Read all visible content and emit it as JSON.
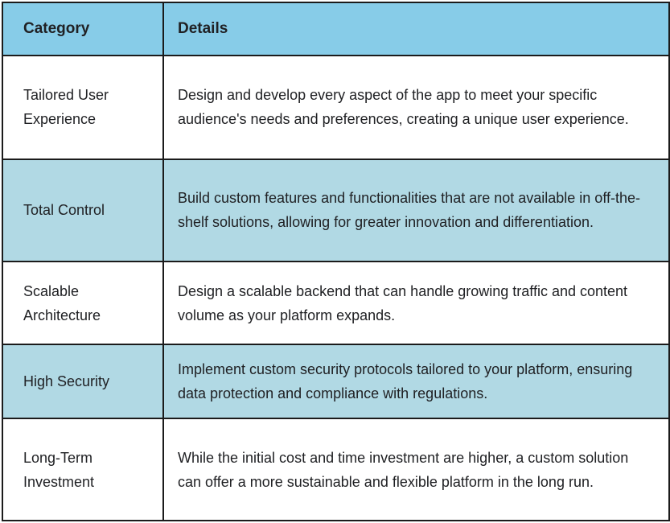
{
  "theme": {
    "header_bg": "#87cce8",
    "row_alt_bg": "#b1d9e4",
    "row_bg": "#ffffff",
    "border_color": "#1b1b1b",
    "text_color": "#202124"
  },
  "table": {
    "columns": [
      {
        "label": "Category"
      },
      {
        "label": "Details"
      }
    ],
    "rows": [
      {
        "category": "Tailored User Experience",
        "details": "Design and develop every aspect of the app to meet your specific audience's needs and preferences, creating a unique user experience."
      },
      {
        "category": "Total Control",
        "details": "Build custom features and functionalities that are not available in off-the-shelf solutions, allowing for greater innovation and differentiation."
      },
      {
        "category": "Scalable Architecture",
        "details": "Design a scalable backend that can handle growing traffic and content volume as your platform expands."
      },
      {
        "category": "High Security",
        "details": "Implement custom security protocols tailored to your platform, ensuring data protection and compliance with regulations."
      },
      {
        "category": "Long-Term Investment",
        "details": "While the initial cost and time investment are higher, a custom solution can offer a more sustainable and flexible platform in the long run."
      }
    ]
  }
}
